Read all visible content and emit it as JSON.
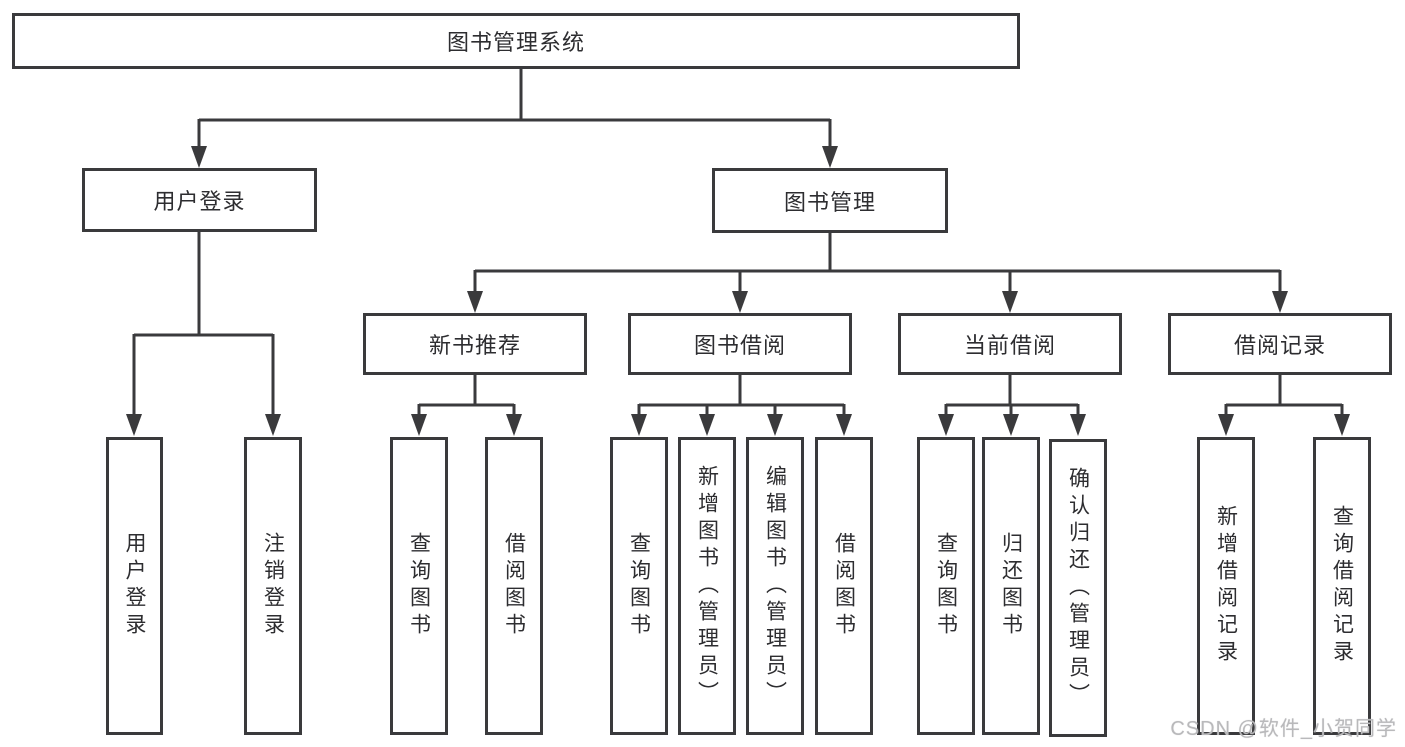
{
  "diagram": {
    "type": "hierarchy-tree",
    "title": "图书管理系统",
    "colors": {
      "line": "#3a3a3c",
      "box_border": "#3a3a3c",
      "box_fill": "#ffffff",
      "text": "#2d2d30",
      "background": "#ffffff",
      "watermark": "#b9b9bb"
    },
    "nodes": {
      "root": "图书管理系统",
      "level2": [
        "用户登录",
        "图书管理"
      ],
      "level3": [
        "新书推荐",
        "图书借阅",
        "当前借阅",
        "借阅记录"
      ],
      "leaves_user_login": [
        "用户登录",
        "注销登录"
      ],
      "leaves_new_book": [
        "查询图书",
        "借阅图书"
      ],
      "leaves_book_borrow": [
        "查询图书",
        "新增图书（管理员）",
        "编辑图书（管理员）",
        "借阅图书"
      ],
      "leaves_current_borrow": [
        "查询图书",
        "归还图书",
        "确认归还（管理员）"
      ],
      "leaves_borrow_records": [
        "新增借阅记录",
        "查询借阅记录"
      ]
    },
    "edges": [
      "图书管理系统 -> 用户登录",
      "图书管理系统 -> 图书管理",
      "用户登录 -> 用户登录(叶)",
      "用户登录 -> 注销登录",
      "图书管理 -> 新书推荐",
      "图书管理 -> 图书借阅",
      "图书管理 -> 当前借阅",
      "图书管理 -> 借阅记录",
      "新书推荐 -> 查询图书",
      "新书推荐 -> 借阅图书",
      "图书借阅 -> 查询图书",
      "图书借阅 -> 新增图书（管理员）",
      "图书借阅 -> 编辑图书（管理员）",
      "图书借阅 -> 借阅图书",
      "当前借阅 -> 查询图书",
      "当前借阅 -> 归还图书",
      "当前借阅 -> 确认归还（管理员）",
      "借阅记录 -> 新增借阅记录",
      "借阅记录 -> 查询借阅记录"
    ],
    "watermark": "CSDN @软件_小贺同学"
  }
}
